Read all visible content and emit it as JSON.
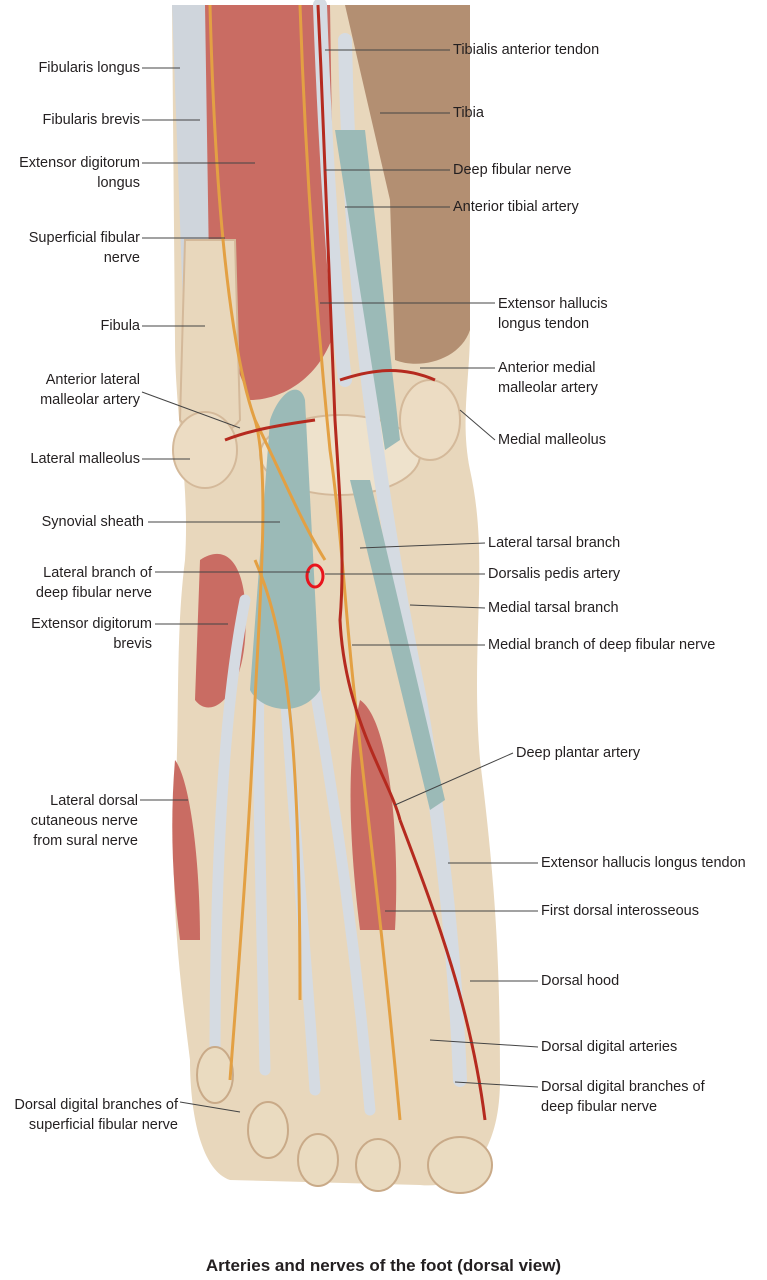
{
  "caption": "Arteries and nerves of the foot (dorsal view)",
  "colors": {
    "muscle": "#c96c63",
    "muscle_dark": "#a9493f",
    "bone": "#e8d7bc",
    "bone_dark": "#d4b99a",
    "tibia": "#b38f72",
    "tendon": "#d5dbe2",
    "sheath": "#9bbab7",
    "nerve": "#e3a043",
    "artery": "#b52a1f",
    "leader": "#444444",
    "marker": "#e8141c"
  },
  "marker": {
    "shape": "red-ring",
    "target": "Dorsalis pedis artery"
  },
  "labels_left": [
    [
      "Fibularis longus"
    ],
    [
      "Fibularis brevis"
    ],
    [
      "Extensor digitorum",
      "longus"
    ],
    [
      "Superficial fibular",
      "nerve"
    ],
    [
      "Fibula"
    ],
    [
      "Anterior lateral",
      "malleolar artery"
    ],
    [
      "Lateral malleolus"
    ],
    [
      "Synovial sheath"
    ],
    [
      "Lateral branch of",
      "deep fibular nerve"
    ],
    [
      "Extensor digitorum",
      "brevis"
    ],
    [
      "Lateral dorsal",
      "cutaneous nerve",
      "from sural nerve"
    ],
    [
      "Dorsal digital branches of",
      "superficial fibular nerve"
    ]
  ],
  "labels_right": [
    [
      "Tibialis anterior tendon"
    ],
    [
      "Tibia"
    ],
    [
      "Deep fibular nerve"
    ],
    [
      "Anterior tibial artery"
    ],
    [
      "Extensor hallucis",
      "longus tendon"
    ],
    [
      "Anterior medial",
      "malleolar artery"
    ],
    [
      "Medial malleolus"
    ],
    [
      "Lateral tarsal branch"
    ],
    [
      "Dorsalis pedis artery"
    ],
    [
      "Medial tarsal branch"
    ],
    [
      "Medial branch of deep fibular nerve"
    ],
    [
      "Deep plantar artery"
    ],
    [
      "Extensor hallucis longus tendon"
    ],
    [
      "First dorsal interosseous"
    ],
    [
      "Dorsal hood"
    ],
    [
      "Dorsal digital arteries"
    ],
    [
      "Dorsal digital branches of",
      "deep fibular nerve"
    ]
  ]
}
